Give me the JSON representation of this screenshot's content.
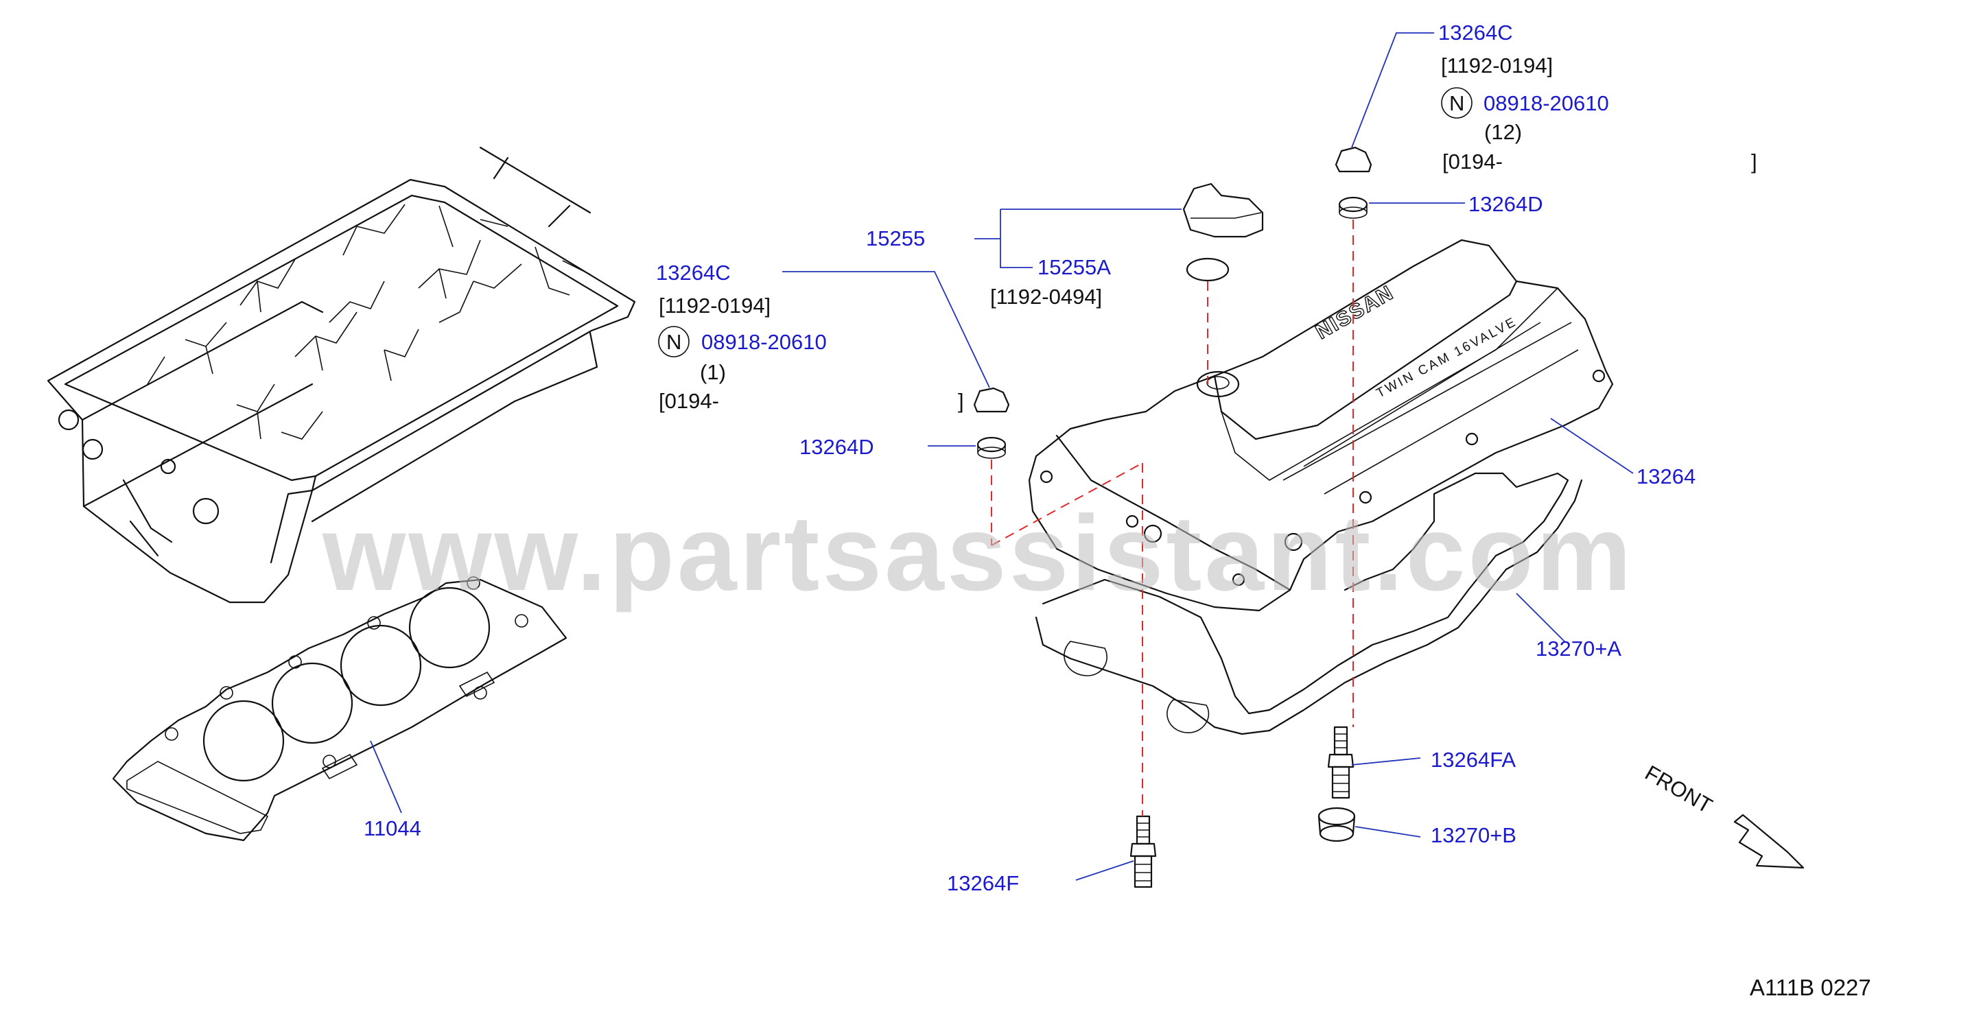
{
  "watermark": "www.partsassistant.com",
  "parts": {
    "p13264C_top": "13264C",
    "p13264D_top": "13264D",
    "p15255": "15255",
    "p15255A": "15255A",
    "p13264C_left": "13264C",
    "p13264D_left": "13264D",
    "p13264": "13264",
    "p13270A": "13270+A",
    "p13264FA": "13264FA",
    "p13270B": "13270+B",
    "p13264F": "13264F",
    "p11044": "11044",
    "p08918_top": "08918-20610",
    "p08918_left": "08918-20610"
  },
  "notes": {
    "range_1192_0194_top": "[1192-0194]",
    "qty_12": "(12)",
    "range_0194_top_open": "[0194-",
    "range_close_top": "]",
    "range_1192_0494": "[1192-0494]",
    "range_1192_0194_left": "[1192-0194]",
    "qty_1": "(1)",
    "range_0194_left_open": "[0194-",
    "range_close_left": "]",
    "circle_n_top": "N",
    "circle_n_left": "N"
  },
  "cover_text": {
    "brand": "NISSAN",
    "engine": "TWIN CAM  16VALVE"
  },
  "direction": "FRONT",
  "ref_code": "A111B   0227"
}
